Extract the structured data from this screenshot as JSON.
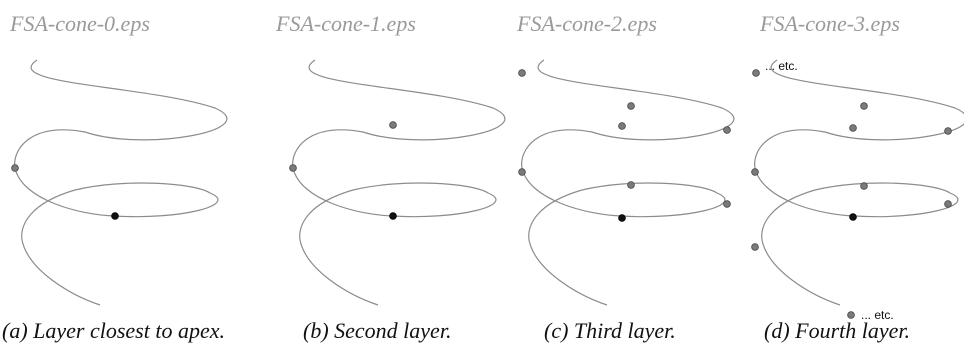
{
  "panels": [
    {
      "title": "FSA-cone-0.eps",
      "caption": "(a) Layer closest to apex."
    },
    {
      "title": "FSA-cone-1.eps",
      "caption": "(b) Second layer."
    },
    {
      "title": "FSA-cone-2.eps",
      "caption": "(c) Third layer."
    },
    {
      "title": "FSA-cone-3.eps",
      "caption": "(d) Fourth layer."
    }
  ],
  "annotations": {
    "top": "... etc.",
    "bottom": "... etc."
  },
  "colors": {
    "spiral": "#8c8c8c",
    "node_gray": "#7a7a7a",
    "node_black": "#111111",
    "title": "#9a9a9a"
  }
}
